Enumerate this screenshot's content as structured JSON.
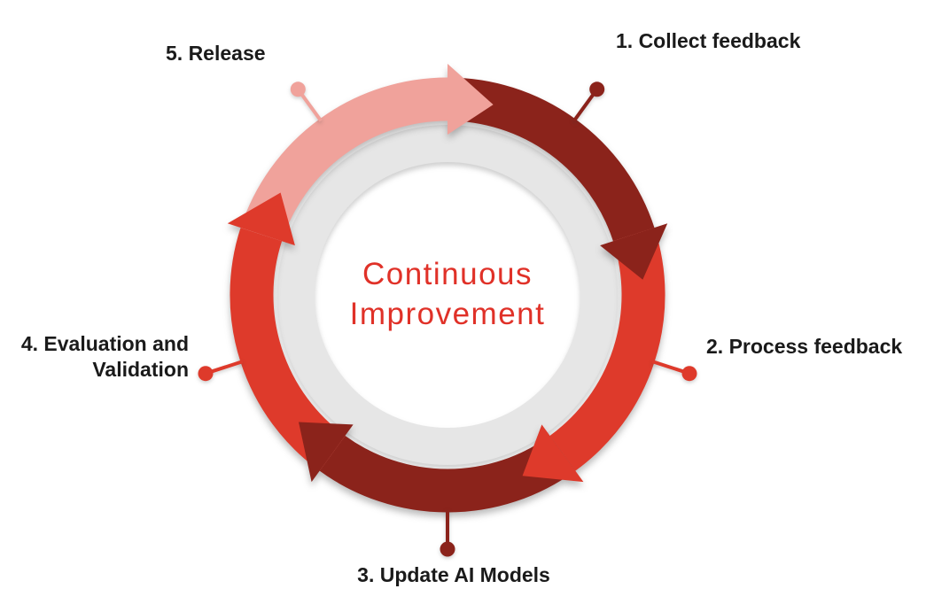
{
  "diagram": {
    "type": "cycle",
    "flow_direction": "clockwise",
    "title": {
      "lines": [
        "Continuous",
        "Improvement"
      ]
    },
    "steps": [
      {
        "number": "1",
        "label": "1. Collect feedback",
        "color": "#8B231B",
        "position": "top-right"
      },
      {
        "number": "2",
        "label": "2. Process feedback",
        "color": "#DE3A2B",
        "position": "right"
      },
      {
        "number": "3",
        "label": "3. Update AI Models",
        "color": "#8B231B",
        "position": "bottom"
      },
      {
        "number": "4",
        "label": "4. Evaluation and Validation",
        "label_lines": [
          "4. Evaluation and",
          "Validation"
        ],
        "color": "#DE3A2B",
        "position": "left"
      },
      {
        "number": "5",
        "label": "5. Release",
        "color": "#F0A29B",
        "position": "top-left"
      }
    ],
    "colors": {
      "dark_red": "#8B231B",
      "bright_red": "#DE3A2B",
      "pink": "#F0A29B",
      "ring_gray": "#E6E6E6",
      "title_red": "#E03128",
      "label_text": "#1A1A1A",
      "background": "#FFFFFF"
    }
  }
}
